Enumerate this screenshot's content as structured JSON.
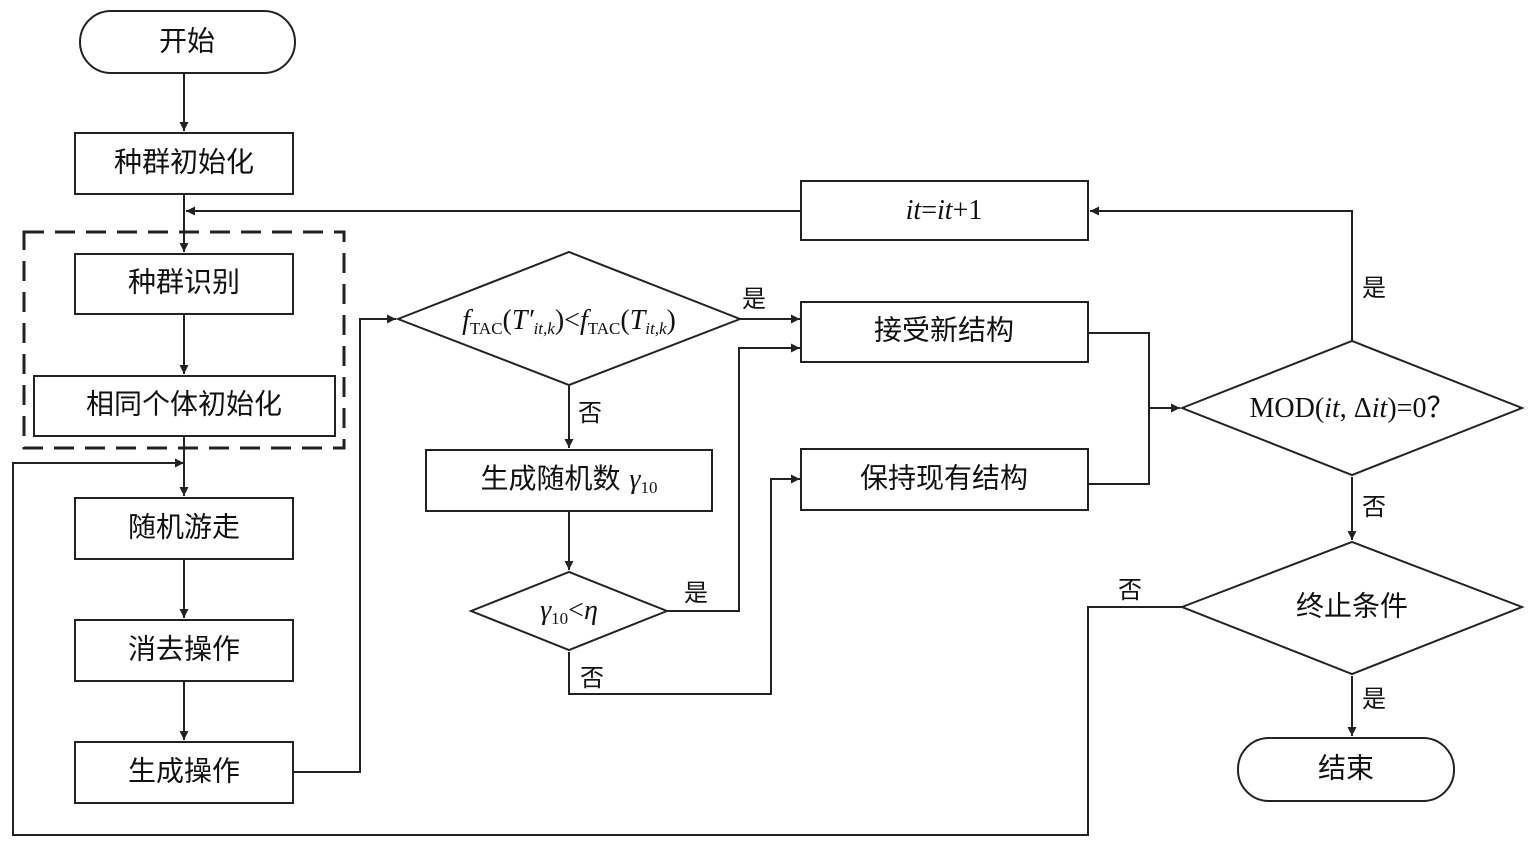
{
  "nodes": {
    "start": "开始",
    "pop_init": "种群初始化",
    "pop_identify": "种群识别",
    "same_init": "相同个体初始化",
    "random_walk": "随机游走",
    "elimination": "消去操作",
    "generation": "生成操作",
    "compare": {
      "f1": "f",
      "sub1": "TAC",
      "arg1": "T′",
      "argsub1": "it,k",
      "op": "<",
      "f2": "f",
      "sub2": "TAC",
      "arg2": "T",
      "argsub2": "it,k"
    },
    "gen_random": {
      "label": "生成随机数 ",
      "sym": "γ",
      "sub": "10"
    },
    "gamma_test": {
      "sym": "γ",
      "sub": "10",
      "op": "<",
      "rhs": "η"
    },
    "accept": "接受新结构",
    "keep": "保持现有结构",
    "increment": {
      "a": "it",
      "eq": "=",
      "b": "it",
      "plus": "+1"
    },
    "mod_check": {
      "pre": "MOD(",
      "a": "it",
      "comma": ", Δ",
      "b": "it",
      "post": ")=0？"
    },
    "terminate": "终止条件",
    "end": "结束"
  },
  "edge_labels": {
    "compare_yes": "是",
    "compare_no": "否",
    "gamma_yes": "是",
    "gamma_no": "否",
    "mod_yes": "是",
    "mod_no": "否",
    "term_no": "否",
    "term_yes": "是"
  },
  "colors": {
    "stroke": "#222222",
    "text": "#111111",
    "background": "#ffffff"
  }
}
